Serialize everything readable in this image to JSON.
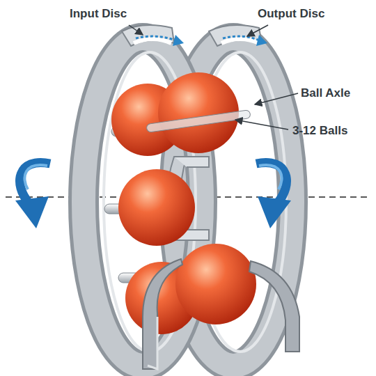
{
  "diagram": {
    "labels": [
      "Input Disc",
      "Output Disc",
      "Ball Axle",
      "3-12 Balls"
    ]
  }
}
